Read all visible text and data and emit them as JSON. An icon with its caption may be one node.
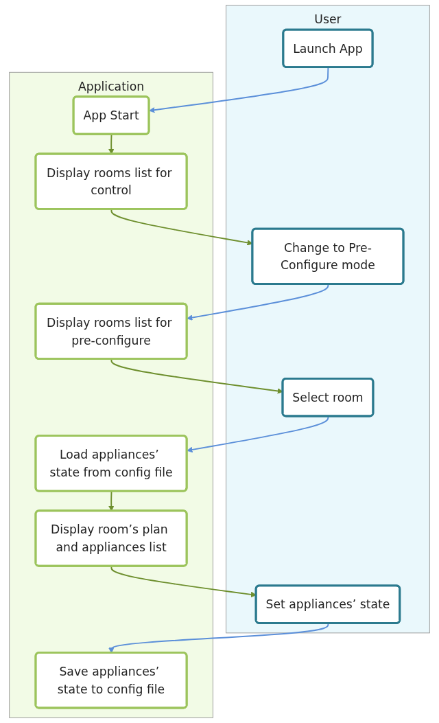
{
  "diagram": {
    "nodes": [
      {
        "text": [
          "User"
        ]
      },
      {
        "text": [
          "Application"
        ]
      },
      {
        "text": [
          "Launch App"
        ],
        "in": 0
      },
      {
        "text": [
          "App Start"
        ],
        "in": 1
      },
      {
        "text": [
          "Display rooms list for control"
        ],
        "in": 1
      },
      {
        "text": [
          "Change to Pre-Configure mode"
        ],
        "in": 0
      },
      {
        "text": [
          "Display rooms list for pre-configure"
        ],
        "in": 1
      },
      {
        "text": [
          "Select room"
        ],
        "in": 0
      },
      {
        "text": [
          "Load appliances’ state from config file"
        ],
        "in": 1
      },
      {
        "text": [
          "Display room’s plan and appliances list"
        ],
        "in": 1
      },
      {
        "text": [
          "Set appliances’ state"
        ],
        "in": 0
      },
      {
        "text": [
          "Save appliances’ state to config file"
        ],
        "in": 1
      }
    ],
    "edges": [
      {
        "from": 2,
        "to": 3,
        "arrow": "to",
        "color": "#5b8fd9"
      },
      {
        "from": 3,
        "to": 4,
        "arrow": "to"
      },
      {
        "from": 4,
        "to": 5,
        "arrow": "to"
      },
      {
        "from": 5,
        "to": 6,
        "arrow": "to",
        "color": "#5b8fd9"
      },
      {
        "from": 6,
        "to": 7,
        "arrow": "to"
      },
      {
        "from": 7,
        "to": 8,
        "arrow": "to",
        "color": "#5b8fd9"
      },
      {
        "from": 8,
        "to": 9,
        "arrow": "to"
      },
      {
        "from": 9,
        "to": 10,
        "arrow": "to"
      },
      {
        "from": 10,
        "to": 11,
        "arrow": "to",
        "color": "#5b8fd9"
      }
    ]
  }
}
